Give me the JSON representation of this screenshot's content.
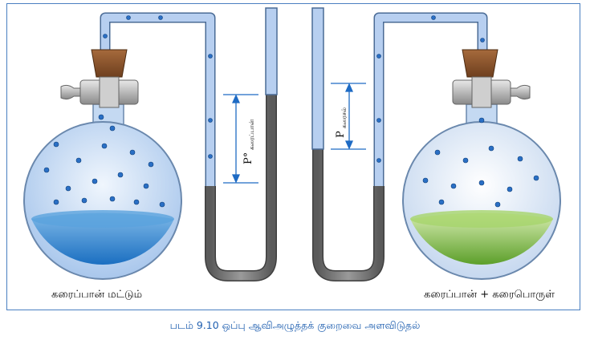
{
  "left_flask_label": "கரைப்பான் மட்டும்",
  "right_flask_label": "கரைப்பான் + கரைபொருள்",
  "caption": "படம் 9.10 ஒப்பு ஆவிஅழுத்தக் குறைவை அளவிடுதல்",
  "pressure_left": {
    "symbol": "P°",
    "subscript": "கரைப்பான்"
  },
  "pressure_right": {
    "symbol": "P",
    "subscript": "கரைசல்"
  },
  "colors": {
    "frame": "#4a7fc1",
    "caption": "#1f5fb0",
    "solvent_liquid": "#2f86d0",
    "solution_liquid": "#7fbf3a",
    "mercury": "#6f6f6f",
    "vapour": "#b7cff0"
  }
}
